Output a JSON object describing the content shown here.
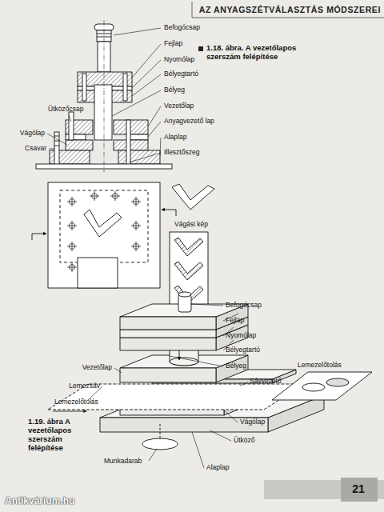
{
  "diagram": {
    "title": "AZ ANYAGSZÉTVÁLASZTÁS MÓDSZEREI",
    "caption": "1.18. ábra. A vezetőlapos szerszám felépítése",
    "labels": [
      "Befogócsap",
      "Fejlap",
      "Nyomólap",
      "Bélyegtartó",
      "Bélyeg",
      "Vezetőlap",
      "Anyagvezető lap",
      "Alaplap",
      "Illesztőszeg",
      "Ütközőcsap",
      "Vágólap",
      "Csavar",
      "Vágási kép",
      "Befogócsap",
      "Fejlap",
      "Nyomólap",
      "Bélyegtartó",
      "Bélyeg",
      "Vezetőlap",
      "Lemezsáv",
      "Lemezelőtolás",
      "Sávvezető",
      "Lemezelőtolás",
      "Vágólap",
      "Ütköző",
      "Alaplap",
      "Munkadarab",
      "1.19. ábra A vezetőlapos szerszám felépítése",
      "21",
      "Antikvárium.hu"
    ]
  }
}
